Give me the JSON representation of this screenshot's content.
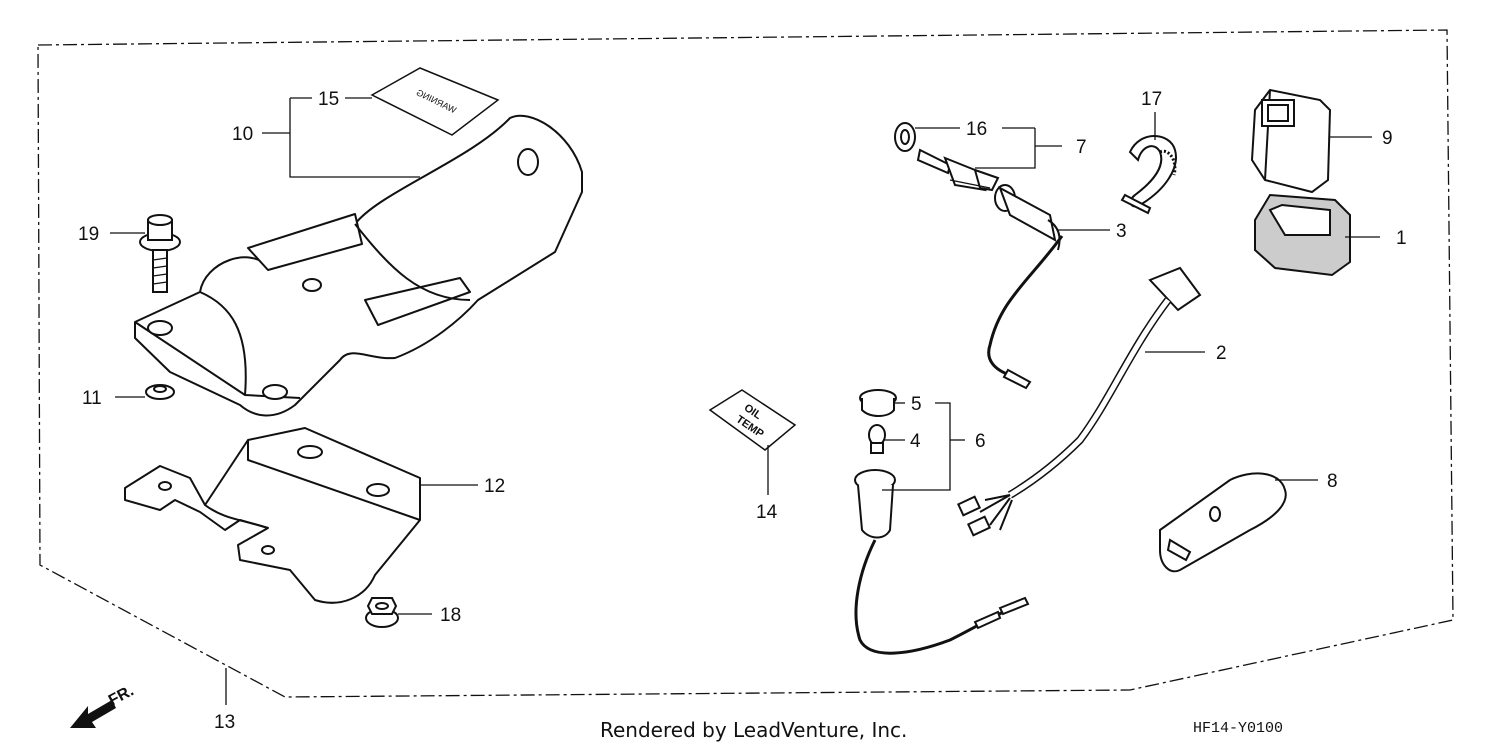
{
  "diagram": {
    "callouts": [
      {
        "id": "1",
        "label": "1"
      },
      {
        "id": "2",
        "label": "2"
      },
      {
        "id": "3",
        "label": "3"
      },
      {
        "id": "4",
        "label": "4"
      },
      {
        "id": "5",
        "label": "5"
      },
      {
        "id": "6",
        "label": "6"
      },
      {
        "id": "7",
        "label": "7"
      },
      {
        "id": "8",
        "label": "8"
      },
      {
        "id": "9",
        "label": "9"
      },
      {
        "id": "10",
        "label": "10"
      },
      {
        "id": "11",
        "label": "11"
      },
      {
        "id": "12",
        "label": "12"
      },
      {
        "id": "13",
        "label": "13"
      },
      {
        "id": "14",
        "label": "14"
      },
      {
        "id": "15",
        "label": "15"
      },
      {
        "id": "16",
        "label": "16"
      },
      {
        "id": "17",
        "label": "17"
      },
      {
        "id": "18",
        "label": "18"
      },
      {
        "id": "19",
        "label": "19"
      }
    ],
    "labels": {
      "oil_temp_line1": "OIL",
      "oil_temp_line2": "TEMP",
      "warning_label": "WARNING",
      "front_arrow": "FR."
    }
  },
  "footer": {
    "credit": "Rendered by LeadVenture, Inc.",
    "code": "HF14-Y0100"
  }
}
